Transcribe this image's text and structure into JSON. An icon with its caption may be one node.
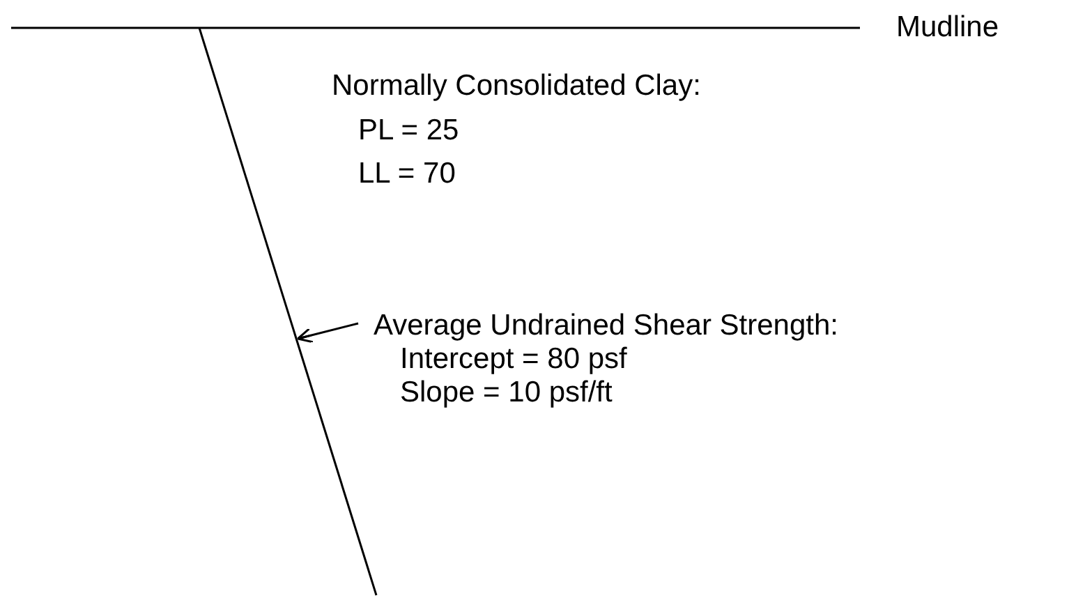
{
  "diagram": {
    "nodes": [
      {
        "text": [
          "Average Undrained Shear Strength:",
          "Intercept = 80 psf",
          "Slope = 10 psf/ft"
        ]
      },
      {
        "text": [],
        "shape": "line"
      }
    ],
    "edges": [
      {
        "from": 0,
        "to": 1,
        "arrow": "to"
      }
    ],
    "labels": [
      "Mudline",
      "Normally Consolidated Clay:",
      "PL = 25",
      "LL = 70"
    ]
  }
}
